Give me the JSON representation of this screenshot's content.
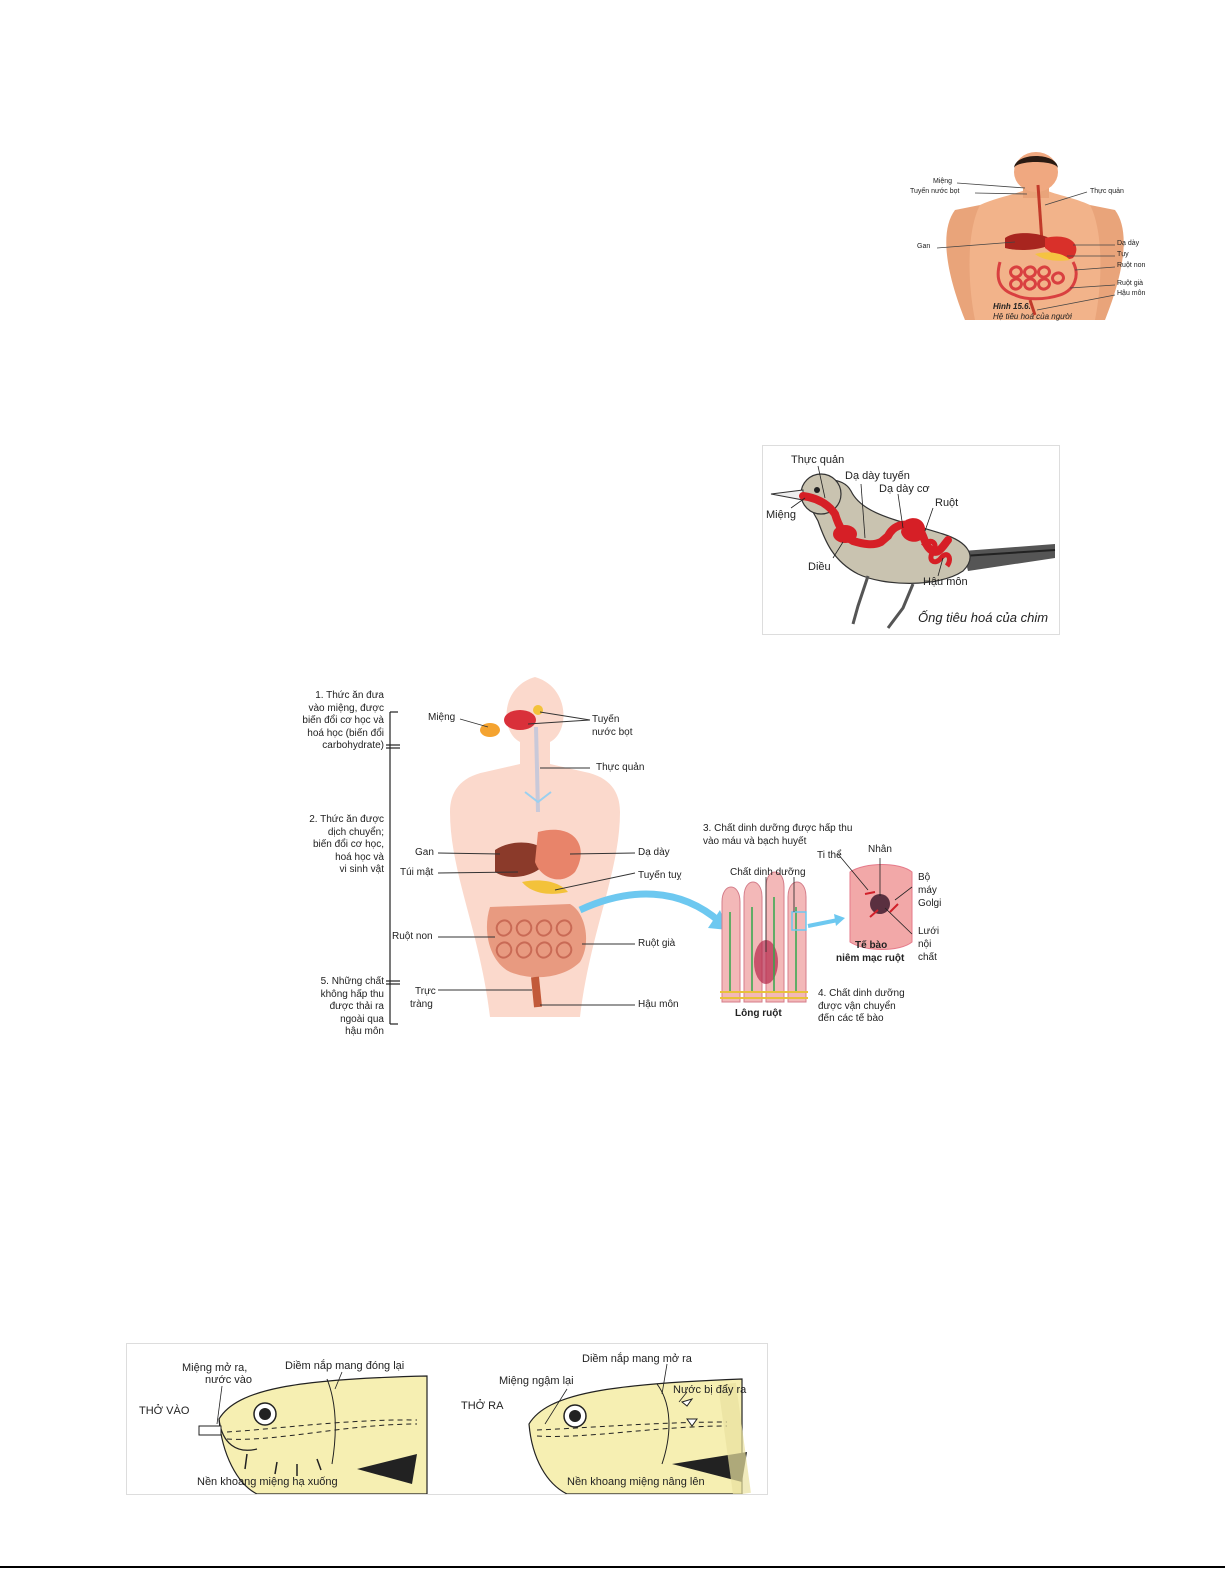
{
  "fig1": {
    "labels": {
      "mieng": "Miệng",
      "tuyen_nuoc_bot": "Tuyến nước bọt",
      "thuc_quan": "Thực quản",
      "gan": "Gan",
      "da_day": "Dạ dày",
      "tuy": "Tụy",
      "ruot_non": "Ruột non",
      "ruot_gia": "Ruột già",
      "hau_mon": "Hậu môn"
    },
    "caption_number": "Hình 15.6.",
    "caption_text": "Hệ tiêu hoá của người"
  },
  "fig2": {
    "labels": {
      "thuc_quan": "Thực quản",
      "da_day_tuyen": "Dạ dày tuyến",
      "da_day_co": "Dạ dày cơ",
      "mieng": "Miệng",
      "ruot": "Ruột",
      "dieu": "Diều",
      "hau_mon": "Hậu môn"
    },
    "caption": "Ống tiêu hoá  của chim"
  },
  "fig3": {
    "step1": [
      "1. Thức ăn đưa",
      "vào miệng, được",
      "biến đổi cơ học và",
      "hoá học (biến đổi",
      "carbohydrate)"
    ],
    "step2": [
      "2. Thức ăn được",
      "dịch chuyển;",
      "biến đổi cơ học,",
      "hoá học và",
      "vi sinh vật"
    ],
    "step5": [
      "5. Những chất",
      "không hấp thu",
      "được thải ra",
      "ngoài qua",
      "hậu môn"
    ],
    "step3": [
      "3. Chất dinh dưỡng được hấp thu",
      "vào máu và bạch huyết"
    ],
    "step4": [
      "4. Chất dinh dưỡng",
      "được vận chuyển",
      "đến các tế bào"
    ],
    "labels": {
      "mieng": "Miệng",
      "tuyen": "Tuyến",
      "nuoc_bot": "nước bọt",
      "thuc_quan": "Thực quản",
      "gan": "Gan",
      "da_day": "Dạ dày",
      "tui_mat": "Túi mật",
      "tuyen_tuy": "Tuyến tuỵ",
      "ruot_non": "Ruột non",
      "ruot_gia": "Ruột già",
      "truc": "Trực",
      "trang": "tràng",
      "hau_mon": "Hậu môn",
      "chat_dinh_duong": "Chất dinh dưỡng",
      "long_ruot": "Lông ruột",
      "ti_the": "Ti thể",
      "nhan": "Nhân",
      "bo": "Bộ",
      "may": "máy",
      "golgi": "Golgi",
      "luoi": "Lưới",
      "noi": "nội",
      "chat": "chất",
      "te_bao": "Tế bào",
      "niem_mac_ruot": "niêm mạc ruột"
    }
  },
  "fig4": {
    "left": {
      "mieng_mo_ra_1": "Miệng mở ra,",
      "mieng_mo_ra_2": "nước vào",
      "diem_nap_dong": "Diềm nắp mang đóng lại",
      "tho_vao": "THỞ VÀO",
      "nen_ha": "Nền khoang miệng hạ xuống"
    },
    "right": {
      "diem_nap_mo": "Diềm nắp mang mở ra",
      "mieng_ngam": "Miệng ngậm lại",
      "nuoc_bi_day": "Nước bị đẩy ra",
      "tho_ra": "THỞ RA",
      "nen_nang": "Nền khoang miệng nâng lên"
    }
  }
}
